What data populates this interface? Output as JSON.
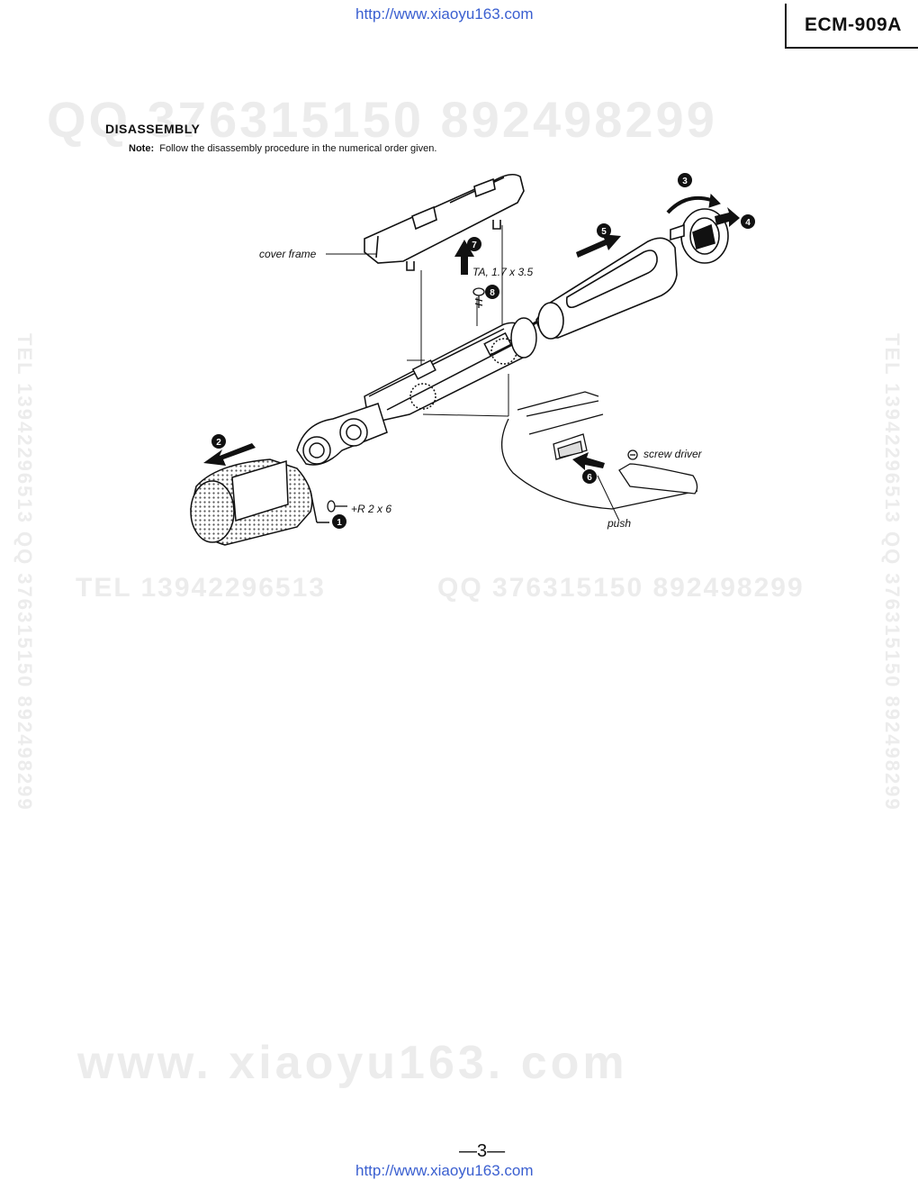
{
  "header": {
    "url_top": "http://www.xiaoyu163.com",
    "model": "ECM-909A"
  },
  "section": {
    "title": "DISASSEMBLY",
    "note_label": "Note:",
    "note_text": "Follow the disassembly procedure in the numerical order given."
  },
  "diagram": {
    "labels": {
      "cover_frame": "cover frame",
      "ta_screw": "TA, 1.7 x 3.5",
      "r_screw": "+R 2 x 6",
      "screw_driver": "screw driver",
      "push": "push"
    },
    "steps": [
      "1",
      "2",
      "3",
      "4",
      "5",
      "6",
      "7",
      "8"
    ]
  },
  "watermarks": {
    "qq_top": "QQ 376315150   892498299",
    "tel_mid": "TEL  13942296513",
    "qq_mid": "QQ  376315150  892498299",
    "side": "TEL 13942296513  QQ  376315150  892498299",
    "www": "www. xiaoyu163. com"
  },
  "footer": {
    "page_number": "—3—",
    "url_bottom": "http://www.xiaoyu163.com"
  }
}
